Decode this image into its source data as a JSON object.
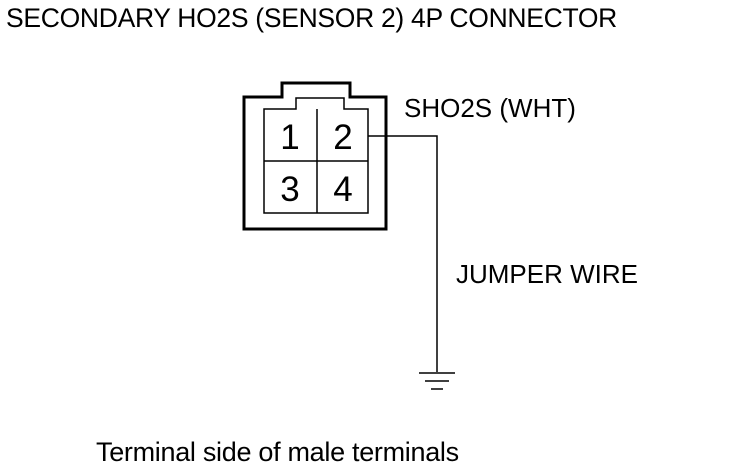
{
  "title": "SECONDARY HO2S (SENSOR 2) 4P CONNECTOR",
  "connector": {
    "label": "SHO2S (WHT)",
    "pins": [
      "1",
      "2",
      "3",
      "4"
    ]
  },
  "jumper_label": "JUMPER WIRE",
  "caption": "Terminal side of male terminals",
  "colors": {
    "line": "#000000",
    "background": "#ffffff"
  }
}
